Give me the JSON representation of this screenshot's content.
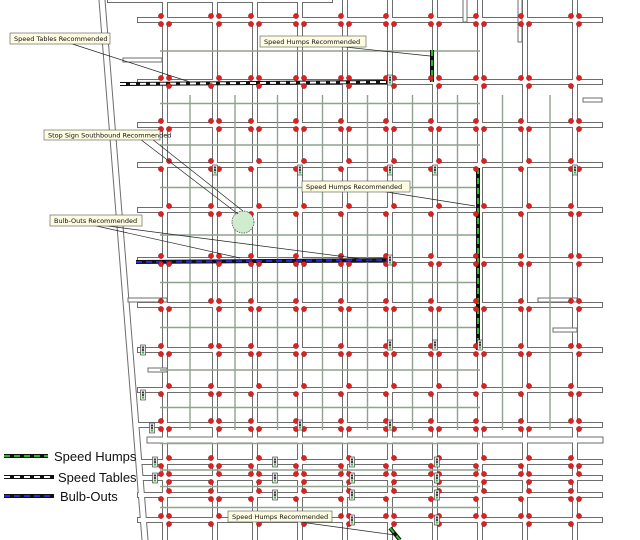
{
  "map": {
    "callouts": [
      {
        "id": "speed-tables",
        "text": "Speed Tables Recommended"
      },
      {
        "id": "speed-humps-top",
        "text": "Speed Humps Recommended"
      },
      {
        "id": "stop-sign",
        "text": "Stop Sign Southbound Recommended"
      },
      {
        "id": "speed-humps-mid",
        "text": "Speed Humps Recommended"
      },
      {
        "id": "bulb-outs",
        "text": "Bulb-Outs Recommended"
      },
      {
        "id": "speed-humps-bottom",
        "text": "Speed Humps Recommended"
      }
    ],
    "legend": [
      {
        "id": "speed-humps",
        "label": "Speed Humps",
        "dash_color": "#2fb52f"
      },
      {
        "id": "speed-tables",
        "label": "Speed Tables",
        "dash_color": "#ffffff"
      },
      {
        "id": "bulb-outs",
        "label": "Bulb-Outs",
        "dash_color": "#2a2ae0"
      }
    ],
    "colors": {
      "street_edge": "#6d6d6d",
      "street_fill": "#ffffff",
      "alley": "#8ea28e",
      "intersection_dot": "#e02020",
      "callout_box": "#fdfbe0",
      "stop_zone": "#cfeccf"
    }
  }
}
